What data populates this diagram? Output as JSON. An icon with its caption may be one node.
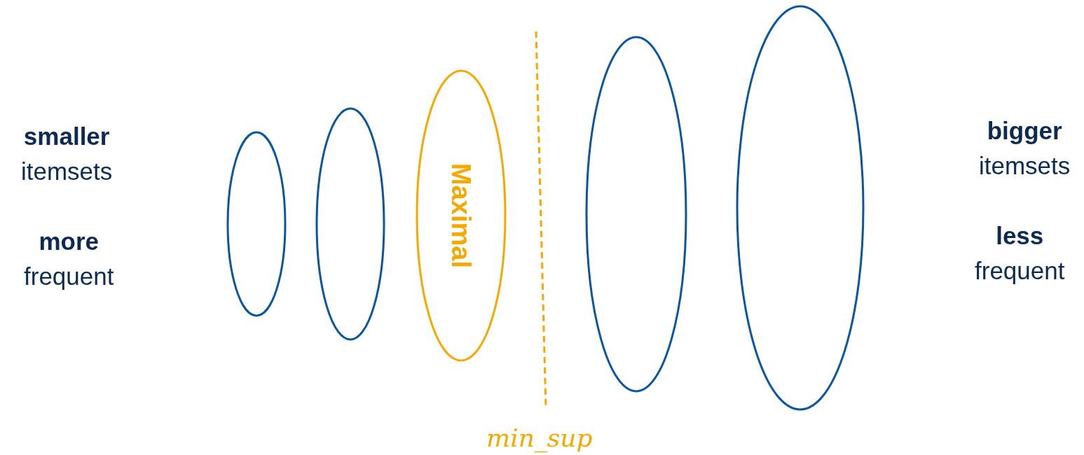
{
  "diagram": {
    "nodes": [
      {
        "text": [],
        "shape": "ellipse"
      },
      {
        "text": [],
        "shape": "ellipse"
      },
      {
        "text": [
          "Maximal"
        ]
      },
      {
        "text": [],
        "shape": "ellipse"
      },
      {
        "text": [],
        "shape": "ellipse"
      }
    ],
    "edges": [],
    "labels": [
      "**smaller** itemsets",
      "**bigger** itemsets",
      "**more** frequent",
      "**less** frequent",
      "min_sup"
    ]
  }
}
